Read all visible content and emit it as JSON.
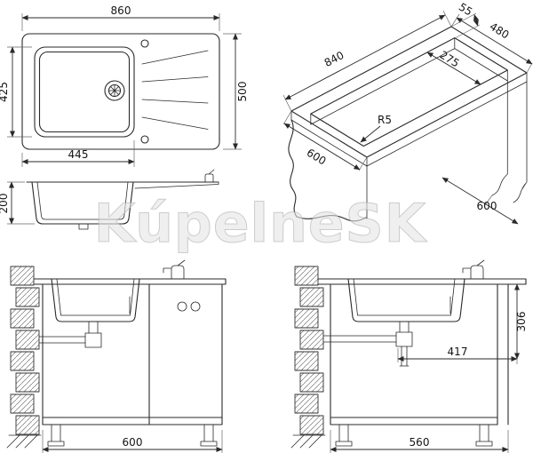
{
  "watermark": "KúpelneSK",
  "top_view": {
    "overall_width": "860",
    "overall_depth": "500",
    "bowl_depth": "425",
    "bowl_width": "445"
  },
  "iso_view": {
    "rim_offset": "55",
    "cutout_length": "840",
    "cutout_depth": "480",
    "bowl_offset": "275",
    "corner_radius": "R5",
    "counter_depth": "600",
    "cabinet_width": "600"
  },
  "side_profile": {
    "sink_height": "200"
  },
  "install_front": {
    "cabinet_width": "600"
  },
  "install_side": {
    "drain_height": "306",
    "drain_distance": "417",
    "cabinet_depth": "560"
  }
}
